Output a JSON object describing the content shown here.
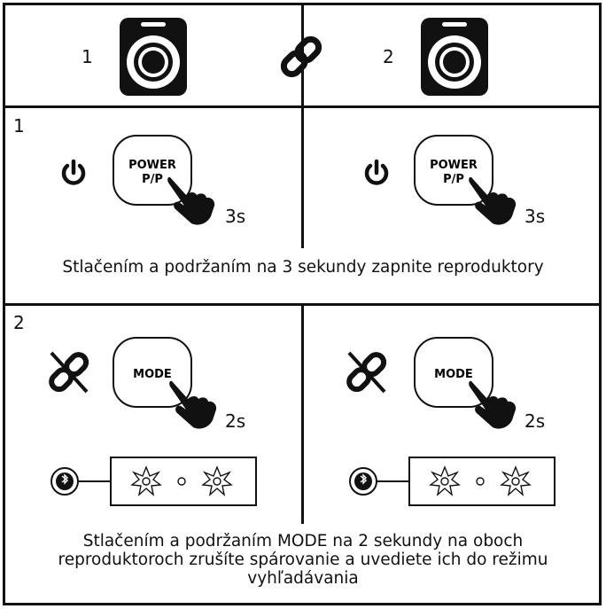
{
  "row1": {
    "label_left": "1",
    "label_right": "2"
  },
  "step1": {
    "number": "1",
    "button_line1": "POWER",
    "button_line2": "P/P",
    "duration": "3s",
    "caption": "Stlačením a podržaním na 3 sekundy zapnite reproduktory"
  },
  "step2": {
    "number": "2",
    "button_label": "MODE",
    "duration": "2s",
    "caption_lines": [
      "Stlačením a podržaním MODE na 2 sekundy na oboch",
      "reproduktoroch zrušíte spárovanie a uvediete ich do režimu",
      "vyhľadávania"
    ]
  },
  "icons": [
    "speaker-icon",
    "link-icon",
    "power-icon",
    "hand-press-icon",
    "unlink-icon",
    "bluetooth-icon",
    "led-flash-icon"
  ],
  "colors": {
    "line": "#111111",
    "background": "#ffffff"
  }
}
